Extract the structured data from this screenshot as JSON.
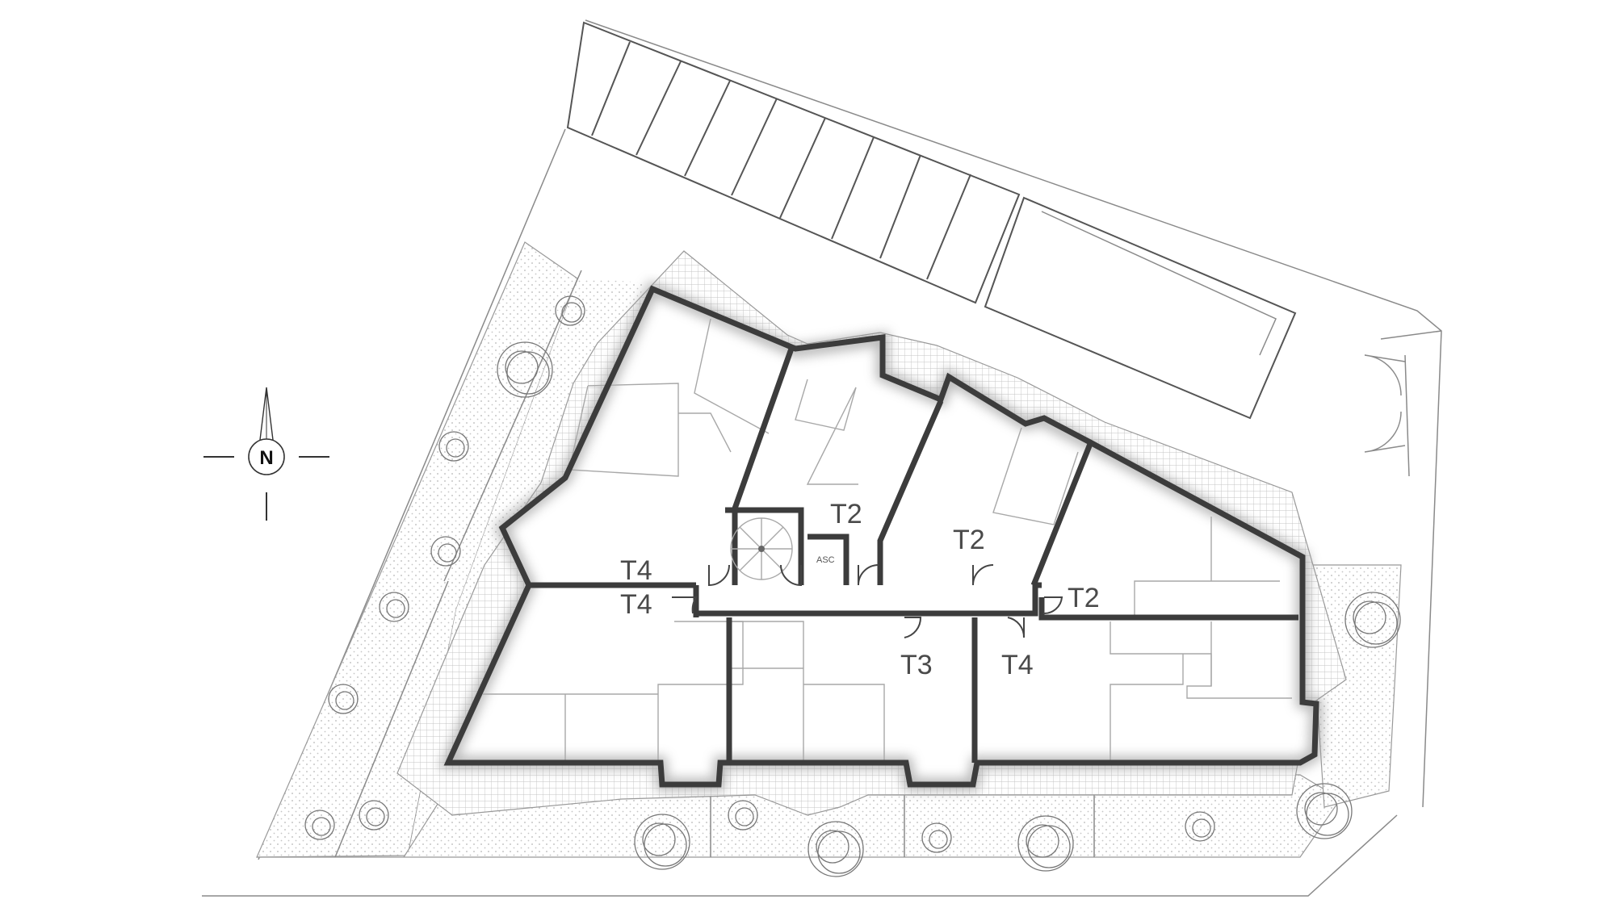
{
  "labels": {
    "unit_t2_a": "T2",
    "unit_t2_b": "T2",
    "unit_t2_c": "T2",
    "unit_t4_a": "T4",
    "unit_t4_b": "T4",
    "unit_t4_c": "T4",
    "unit_t3": "T3",
    "elevator": "ASC",
    "north": "N"
  },
  "colors": {
    "wall": "#3c3c3c",
    "linework": "#8a8a8a",
    "landscape_dots": "#b5b5b5"
  },
  "icons": [
    "north-arrow-icon",
    "tree-icon",
    "door-swing-icon",
    "spiral-stair-icon"
  ]
}
